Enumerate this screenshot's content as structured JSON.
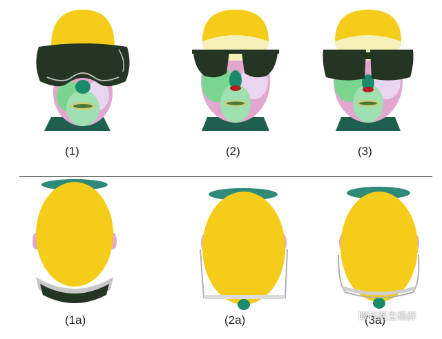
{
  "labels": {
    "front_1": "(1)",
    "front_2": "(2)",
    "front_3": "(3)",
    "top_1": "(1a)",
    "top_2": "(2a)",
    "top_3": "(3a)"
  },
  "watermark": {
    "text": "眼科医生杨羿",
    "icon": "wechat-icon"
  },
  "colors": {
    "head_yellow": "#f5cc19",
    "eyewear_dark": "#253523",
    "neck_teal": "#1f5f4e",
    "face_pink": "#e2a7cf",
    "face_green": "#7ad58f",
    "face_cream": "#f4f0b8",
    "frame_gray": "#c8c8c8"
  }
}
